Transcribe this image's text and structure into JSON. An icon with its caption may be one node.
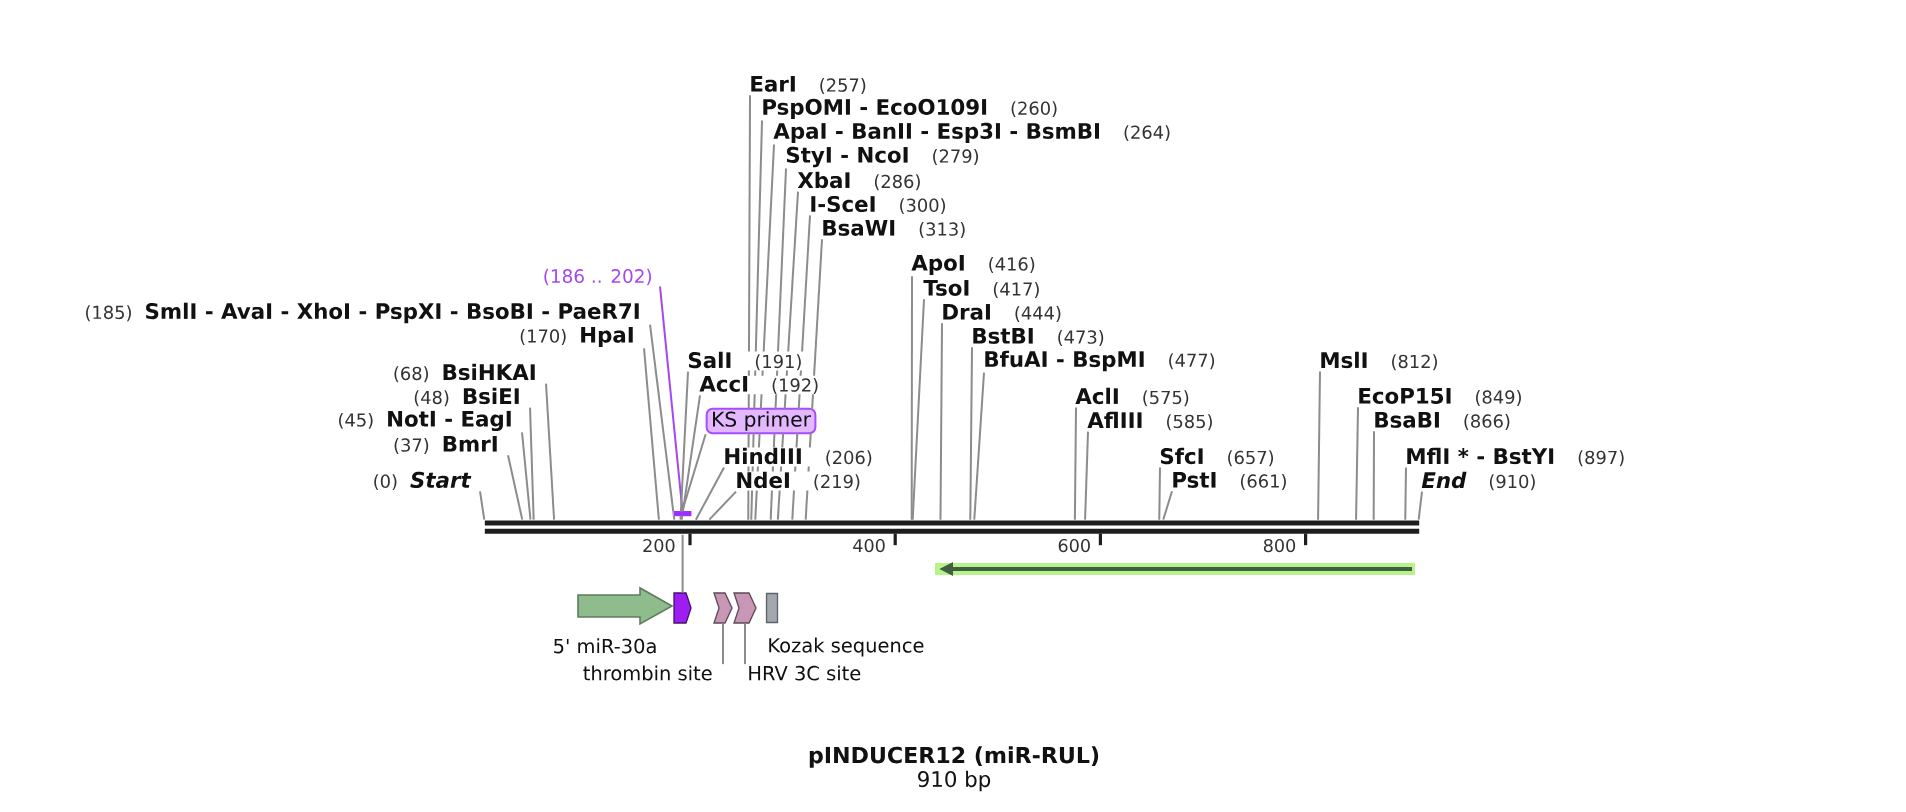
{
  "diagram": {
    "title": "pINDUCER12 (miR-RUL)",
    "nodes": [
      {
        "text": [
          "(0)",
          "Start"
        ]
      },
      {
        "text": [
          "(37)",
          "BmrI"
        ]
      },
      {
        "text": [
          "(45)",
          "NotI - EagI"
        ]
      },
      {
        "text": [
          "(48)",
          "BsiEI"
        ]
      },
      {
        "text": [
          "(68)",
          "BsiHKAI"
        ]
      },
      {
        "text": [
          "(170)",
          "HpaI"
        ]
      },
      {
        "text": [
          "(185)",
          "SmlI - AvaI - XhoI - PspXI - BsoBI - PaeR7I"
        ]
      },
      {
        "text": [
          "(186 .. 202)"
        ]
      },
      {
        "text": [
          "SalI",
          "(191)"
        ]
      },
      {
        "text": [
          "AccI",
          "(192)"
        ]
      },
      {
        "text": [
          "KS primer"
        ]
      },
      {
        "text": [
          "HindIII",
          "(206)"
        ]
      },
      {
        "text": [
          "NdeI",
          "(219)"
        ]
      },
      {
        "text": [
          "EarI",
          "(257)"
        ]
      },
      {
        "text": [
          "PspOMI - EcoO109I",
          "(260)"
        ]
      },
      {
        "text": [
          "ApaI - BanII - Esp3I - BsmBI",
          "(264)"
        ]
      },
      {
        "text": [
          "StyI - NcoI",
          "(279)"
        ]
      },
      {
        "text": [
          "XbaI",
          "(286)"
        ]
      },
      {
        "text": [
          "I-SceI",
          "(300)"
        ]
      },
      {
        "text": [
          "BsaWI",
          "(313)"
        ]
      },
      {
        "text": [
          "ApoI",
          "(416)"
        ]
      },
      {
        "text": [
          "TsoI",
          "(417)"
        ]
      },
      {
        "text": [
          "DraI",
          "(444)"
        ]
      },
      {
        "text": [
          "BstBI",
          "(473)"
        ]
      },
      {
        "text": [
          "BfuAI - BspMI",
          "(477)"
        ]
      },
      {
        "text": [
          "AclI",
          "(575)"
        ]
      },
      {
        "text": [
          "AflIII",
          "(585)"
        ]
      },
      {
        "text": [
          "SfcI",
          "(657)"
        ]
      },
      {
        "text": [
          "PstI",
          "(661)"
        ]
      },
      {
        "text": [
          "MslI",
          "(812)"
        ]
      },
      {
        "text": [
          "EcoP15I",
          "(849)"
        ]
      },
      {
        "text": [
          "BsaBI",
          "(866)"
        ]
      },
      {
        "text": [
          "MflI * - BstYI",
          "(897)"
        ]
      },
      {
        "text": [
          "End",
          "(910)"
        ]
      },
      {
        "text": [],
        "shape": "bar"
      },
      {
        "text": [],
        "shape": "bar"
      },
      {
        "text": [],
        "shape": "arrow"
      },
      {
        "text": [
          "5' miR-30a"
        ]
      },
      {
        "text": [],
        "shape": "pentagon"
      },
      {
        "text": [],
        "shape": "pentagon"
      },
      {
        "text": [],
        "shape": "pentagon"
      },
      {
        "text": [
          "Kozak sequence"
        ]
      },
      {
        "text": [
          "thrombin site"
        ]
      },
      {
        "text": [
          "HRV 3C site"
        ]
      }
    ],
    "edges": [
      {
        "from": 0,
        "to": 35,
        "arrow": "none"
      },
      {
        "from": 1,
        "to": 35,
        "arrow": "none"
      },
      {
        "from": 2,
        "to": 35,
        "arrow": "none"
      },
      {
        "from": 3,
        "to": 35,
        "arrow": "none"
      },
      {
        "from": 4,
        "to": 35,
        "arrow": "none"
      },
      {
        "from": 5,
        "to": 35,
        "arrow": "none"
      },
      {
        "from": 6,
        "to": 35,
        "arrow": "none"
      },
      {
        "from": 7,
        "to": 34,
        "arrow": "none",
        "color": "#a347f5"
      },
      {
        "from": 8,
        "to": 35,
        "arrow": "none"
      },
      {
        "from": 9,
        "to": 35,
        "arrow": "none"
      },
      {
        "from": 10,
        "to": 34,
        "arrow": "none"
      },
      {
        "from": 11,
        "to": 35,
        "arrow": "none"
      },
      {
        "from": 12,
        "to": 35,
        "arrow": "none"
      },
      {
        "from": 13,
        "to": 35,
        "arrow": "none"
      },
      {
        "from": 14,
        "to": 35,
        "arrow": "none"
      },
      {
        "from": 15,
        "to": 35,
        "arrow": "none"
      },
      {
        "from": 16,
        "to": 35,
        "arrow": "none"
      },
      {
        "from": 17,
        "to": 35,
        "arrow": "none"
      },
      {
        "from": 18,
        "to": 35,
        "arrow": "none"
      },
      {
        "from": 19,
        "to": 35,
        "arrow": "none"
      },
      {
        "from": 20,
        "to": 35,
        "arrow": "none"
      },
      {
        "from": 21,
        "to": 35,
        "arrow": "none"
      },
      {
        "from": 22,
        "to": 35,
        "arrow": "none"
      },
      {
        "from": 23,
        "to": 35,
        "arrow": "none"
      },
      {
        "from": 24,
        "to": 35,
        "arrow": "none"
      },
      {
        "from": 25,
        "to": 35,
        "arrow": "none"
      },
      {
        "from": 26,
        "to": 35,
        "arrow": "none"
      },
      {
        "from": 27,
        "to": 35,
        "arrow": "none"
      },
      {
        "from": 28,
        "to": 35,
        "arrow": "none"
      },
      {
        "from": 29,
        "to": 35,
        "arrow": "none"
      },
      {
        "from": 30,
        "to": 35,
        "arrow": "none"
      },
      {
        "from": 31,
        "to": 35,
        "arrow": "none"
      },
      {
        "from": 32,
        "to": 35,
        "arrow": "none"
      },
      {
        "from": 33,
        "to": 35,
        "arrow": "none"
      },
      {
        "from": 35,
        "to": 38,
        "arrow": "none"
      },
      {
        "from": 42,
        "to": 39,
        "arrow": "none"
      },
      {
        "from": 43,
        "to": 40,
        "arrow": "none"
      }
    ],
    "labels": [
      "200",
      "400",
      "600",
      "800",
      "910 bp"
    ]
  }
}
